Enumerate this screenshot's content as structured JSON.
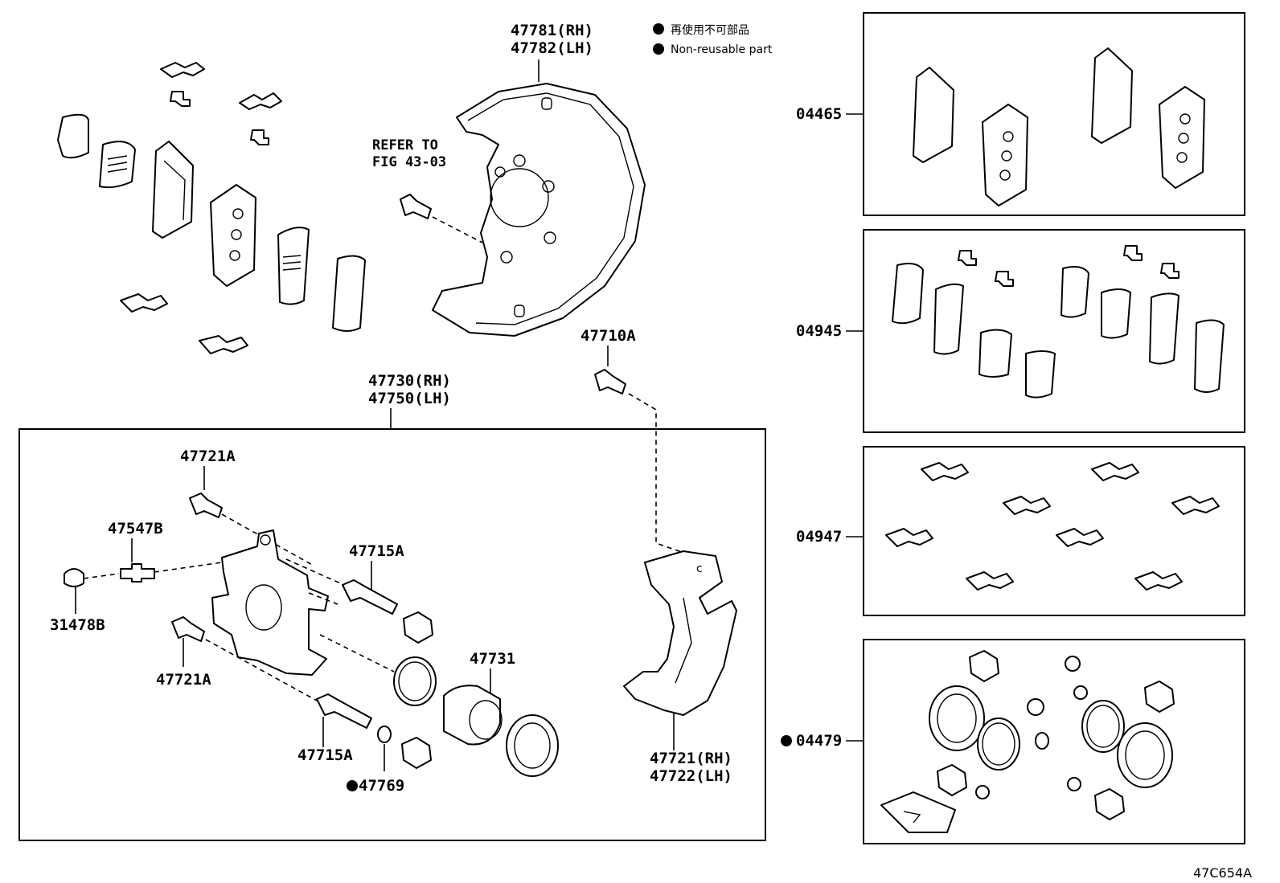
{
  "legend": {
    "line_jp": "再使用不可部品",
    "line_en": "Non-reusable part"
  },
  "reference": {
    "line1": "REFER TO",
    "line2": "FIG 43-03"
  },
  "labels": {
    "dust_cover_rh": "47781(RH)",
    "dust_cover_lh": "47782(LH)",
    "bolt_47710A": "47710A",
    "caliper_rh": "47730(RH)",
    "caliper_lh": "47750(LH)",
    "bolt_47721A_top": "47721A",
    "bleeder_47547B": "47547B",
    "cap_31478B": "31478B",
    "bolt_47721A_bottom": "47721A",
    "pin_47715A_top": "47715A",
    "pin_47715A_bottom": "47715A",
    "piston_47731": "47731",
    "ring_47769": "47769",
    "mounting_rh": "47721(RH)",
    "mounting_lh": "47722(LH)",
    "kit_04465": "04465",
    "kit_04945": "04945",
    "kit_04947": "04947",
    "kit_04479": "04479",
    "figure_code": "47C654A"
  },
  "colors": {
    "line": "#000000",
    "background": "#ffffff"
  }
}
